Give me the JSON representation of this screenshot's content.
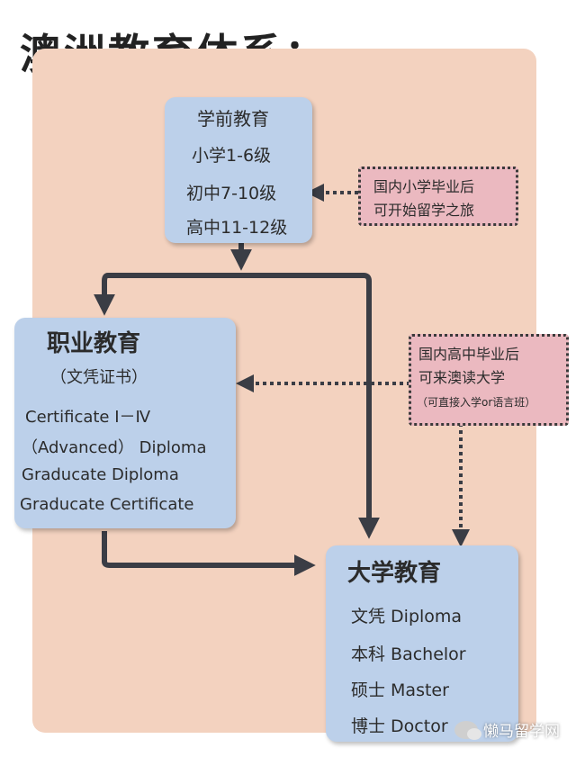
{
  "title": "澳洲教育体系：",
  "preschool_box": {
    "lines": [
      "学前教育",
      "小学1-6级",
      "初中7-10级",
      "高中11-12级"
    ]
  },
  "note_primary": {
    "lines": [
      "国内小学毕业后",
      "可开始留学之旅"
    ]
  },
  "vocational_box": {
    "heading": "职业教育",
    "subheading": "（文凭证书）",
    "lines": [
      "Certificate  Ⅰ－Ⅳ",
      "（Advanced） Diploma",
      "Graducate Diploma",
      "Graducate Certificate"
    ]
  },
  "note_highschool": {
    "lines": [
      "国内高中毕业后",
      "可来澳读大学",
      "（可直接入学or语言班）"
    ]
  },
  "university_box": {
    "heading": "大学教育",
    "lines": [
      "文凭 Diploma",
      "本科 Bachelor",
      "硕士 Master",
      "博士 Doctor"
    ]
  },
  "watermark": "懒马留学网",
  "colors": {
    "background_panel": "#f3d2bf",
    "box_blue": "#bcd0ea",
    "note_pink": "#ebb9c0",
    "arrow": "#3a3d45"
  }
}
